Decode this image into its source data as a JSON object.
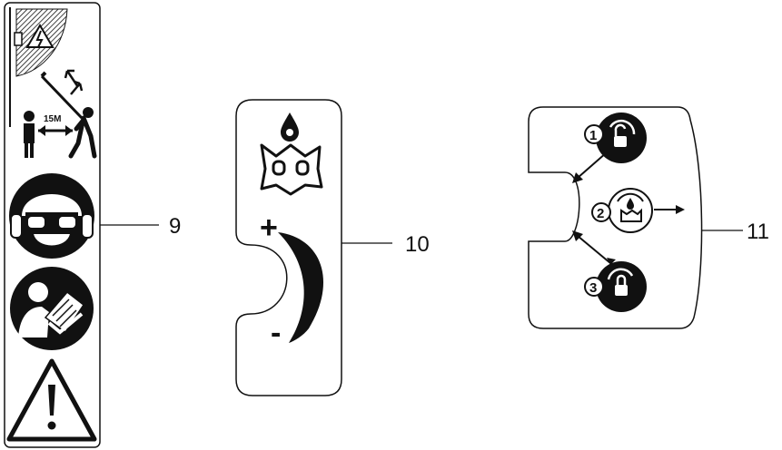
{
  "labels": {
    "label_9": "9",
    "label_10": "10",
    "label_11": "11"
  },
  "decal_9": {
    "distance_text": "15M",
    "icons": [
      "electric-hazard-icon",
      "pole-saw-operator-icon",
      "head-protection-icon",
      "read-manual-icon",
      "warning-triangle-icon"
    ]
  },
  "decal_10": {
    "icons": [
      "oil-drop-icon",
      "chain-icon"
    ],
    "plus": "+",
    "minus": "-"
  },
  "decal_11": {
    "steps": [
      "1",
      "2",
      "3"
    ],
    "icons": [
      "unlock-icon",
      "oil-adjust-icon",
      "lock-icon"
    ]
  },
  "colors": {
    "ink": "#111111",
    "paper": "#ffffff"
  }
}
